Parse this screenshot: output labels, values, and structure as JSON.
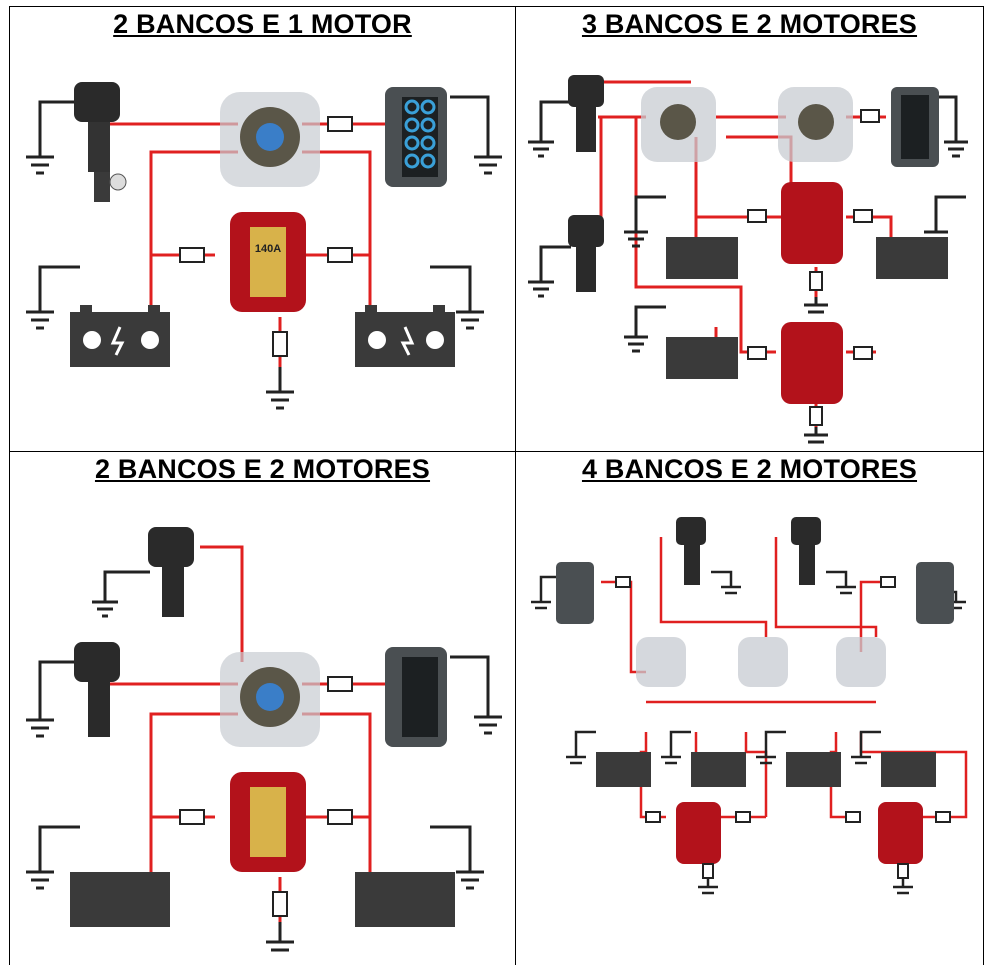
{
  "panels": [
    {
      "title": "2 BANCOS E 1 MOTOR"
    },
    {
      "title": "3 BANCOS E 2 MOTORES"
    },
    {
      "title": "2 BANCOS E 2 MOTORES"
    },
    {
      "title": "4 BANCOS E 2 MOTORES"
    }
  ],
  "colors": {
    "wire": "#e02020",
    "ground": "#222222",
    "battery": "#3a3a3a",
    "isolator": "#b3121b",
    "switch": "#b8bcc2",
    "panel": "#4a4f52",
    "button": "#3aa0d8"
  },
  "icons": [
    "outboard-motor-icon",
    "battery-switch-icon",
    "switch-panel-icon",
    "battery-icon",
    "isolator-icon",
    "fuse-icon",
    "ground-icon"
  ],
  "labels": {
    "isolator_rating": "140A"
  }
}
